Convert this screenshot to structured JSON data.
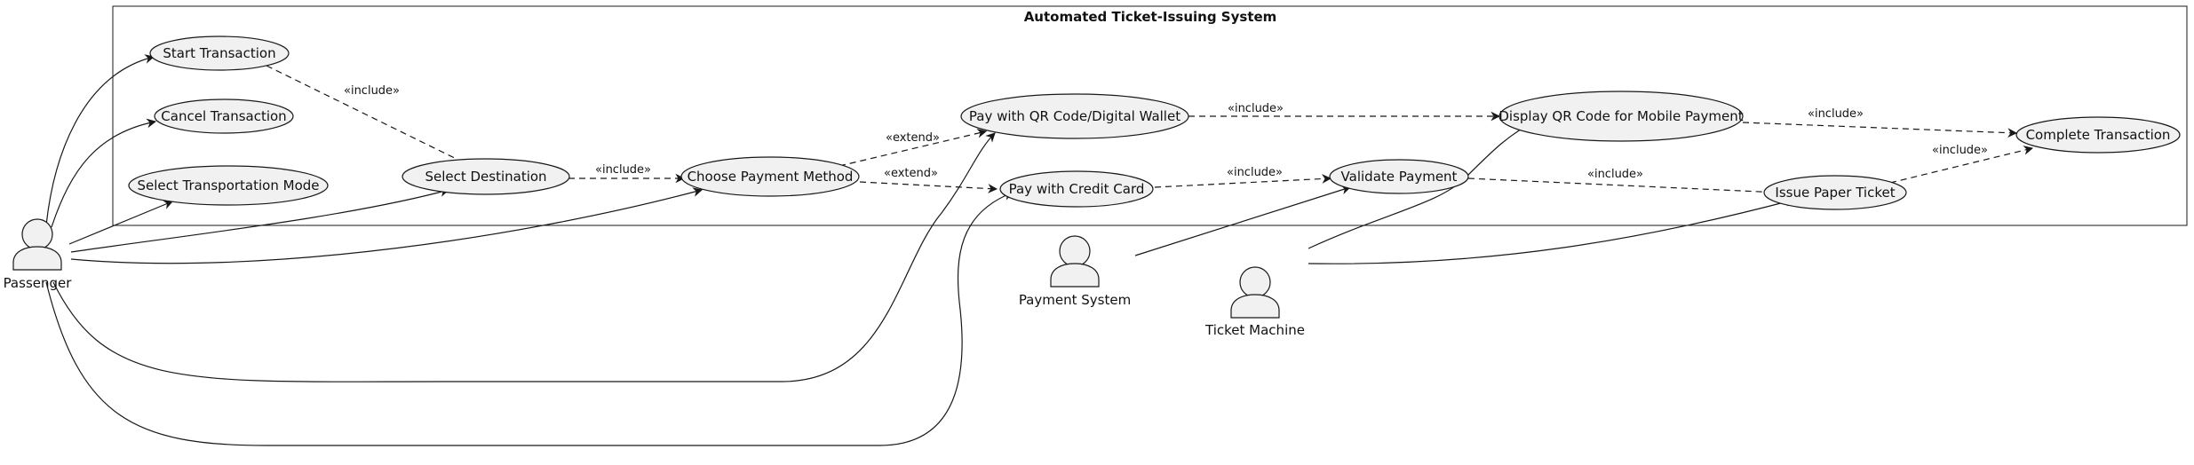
{
  "diagram": {
    "system_title": "Automated Ticket-Issuing System",
    "actors": [
      {
        "id": "passenger",
        "label": "Passenger"
      },
      {
        "id": "payment_system",
        "label": "Payment System"
      },
      {
        "id": "ticket_machine",
        "label": "Ticket Machine"
      }
    ],
    "use_cases": [
      {
        "id": "start",
        "label": "Start Transaction"
      },
      {
        "id": "cancel",
        "label": "Cancel Transaction"
      },
      {
        "id": "mode",
        "label": "Select Transportation Mode"
      },
      {
        "id": "dest",
        "label": "Select Destination"
      },
      {
        "id": "method",
        "label": "Choose Payment Method"
      },
      {
        "id": "qr",
        "label": "Pay with QR Code/Digital Wallet"
      },
      {
        "id": "card",
        "label": "Pay with Credit Card"
      },
      {
        "id": "display_qr",
        "label": "Display QR Code for Mobile Payment"
      },
      {
        "id": "validate",
        "label": "Validate Payment"
      },
      {
        "id": "complete",
        "label": "Complete Transaction"
      },
      {
        "id": "issue",
        "label": "Issue Paper Ticket"
      }
    ],
    "relations": [
      {
        "id": "r1",
        "from": "start",
        "to": "dest",
        "label": "«include»"
      },
      {
        "id": "r2",
        "from": "dest",
        "to": "method",
        "label": "«include»"
      },
      {
        "id": "r3",
        "from": "method",
        "to": "qr",
        "label": "«extend»"
      },
      {
        "id": "r4",
        "from": "method",
        "to": "card",
        "label": "«extend»"
      },
      {
        "id": "r5",
        "from": "qr",
        "to": "display_qr",
        "label": "«include»"
      },
      {
        "id": "r6",
        "from": "card",
        "to": "validate",
        "label": "«include»"
      },
      {
        "id": "r7",
        "from": "display_qr",
        "to": "complete",
        "label": "«include»"
      },
      {
        "id": "r8",
        "from": "validate",
        "to": "issue",
        "label": "«include»"
      },
      {
        "id": "r9",
        "from": "issue",
        "to": "complete",
        "label": "«include»"
      }
    ],
    "colors": {
      "ellipse_fill": "#f1f1f1",
      "stroke": "#181818"
    }
  }
}
